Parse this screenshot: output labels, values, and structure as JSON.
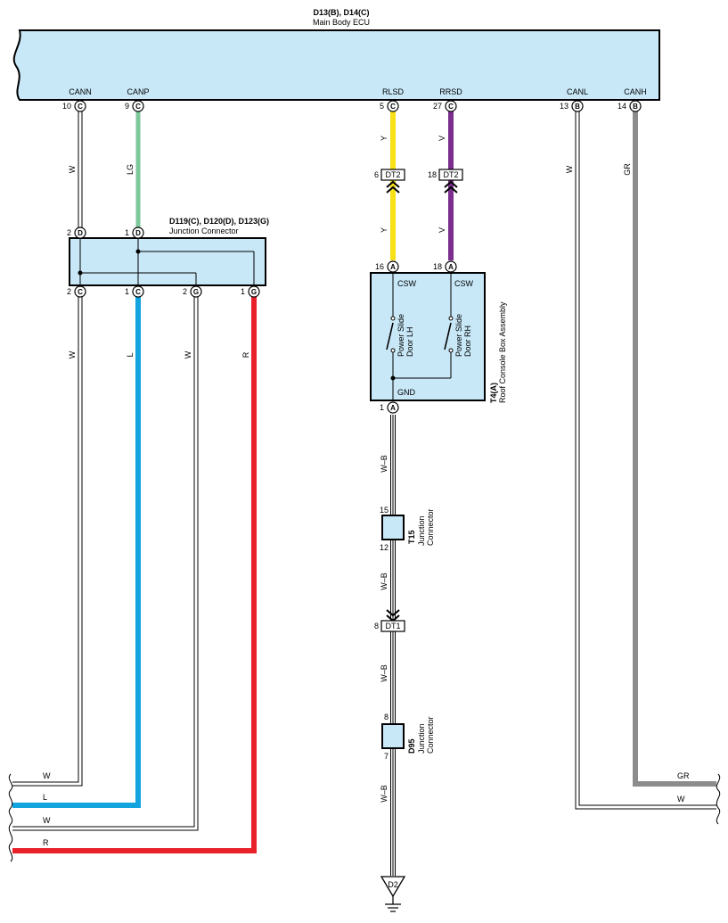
{
  "ecu": {
    "title": "D13(B), D14(C)",
    "subtitle": "Main Body ECU",
    "terminals": [
      {
        "name": "CANN",
        "pin": "10",
        "conn": "C"
      },
      {
        "name": "CANP",
        "pin": "9",
        "conn": "C"
      },
      {
        "name": "RLSD",
        "pin": "5",
        "conn": "C"
      },
      {
        "name": "RRSD",
        "pin": "27",
        "conn": "C"
      },
      {
        "name": "CANL",
        "pin": "13",
        "conn": "B"
      },
      {
        "name": "CANH",
        "pin": "14",
        "conn": "B"
      }
    ]
  },
  "junction_connector": {
    "title": "D119(C), D120(D), D123(G)",
    "subtitle": "Junction Connector",
    "top_pins": [
      {
        "pin": "2",
        "conn": "D"
      },
      {
        "pin": "1",
        "conn": "D"
      }
    ],
    "bottom_pins": [
      {
        "pin": "2",
        "conn": "C"
      },
      {
        "pin": "1",
        "conn": "C"
      },
      {
        "pin": "2",
        "conn": "G"
      },
      {
        "pin": "1",
        "conn": "G"
      }
    ]
  },
  "roof_console": {
    "code": "T4(A)",
    "name": "Roof Console Box Assembly",
    "left_terminal": "CSW",
    "right_terminal": "CSW",
    "gnd_terminal": "GND",
    "switch_left": [
      "Power Slide",
      "Door LH"
    ],
    "switch_right": [
      "Power Slide",
      "Door RH"
    ],
    "top_pins": [
      {
        "pin": "16",
        "conn": "A"
      },
      {
        "pin": "18",
        "conn": "A"
      }
    ],
    "bottom_pin": {
      "pin": "1",
      "conn": "A"
    }
  },
  "inline_connectors": [
    {
      "label": "DT2",
      "pin": "6"
    },
    {
      "label": "DT2",
      "pin": "18"
    },
    {
      "label": "DT1",
      "pin": "8"
    }
  ],
  "junctions": [
    {
      "code": "T15",
      "name": "Junction",
      "name2": "Connector",
      "pin_top": "15",
      "pin_bottom": "12"
    },
    {
      "code": "D95",
      "name": "Junction",
      "name2": "Connector",
      "pin_top": "8",
      "pin_bottom": "7"
    }
  ],
  "ground": {
    "label": "D2"
  },
  "wire_colors": {
    "can_n_upper": "W",
    "can_p_upper": "LG",
    "rlsd_upper": "Y",
    "rrsd_upper": "V",
    "rlsd_lower": "Y",
    "rrsd_lower": "V",
    "canl": "W",
    "canh": "GR",
    "jc_c2": "W",
    "jc_c1": "L",
    "jc_g2": "W",
    "jc_g1": "R",
    "gnd_1": "W–B",
    "gnd_2": "W–B",
    "gnd_3": "W–B",
    "gnd_4": "W–B"
  },
  "edge_labels": {
    "left": [
      "W",
      "L",
      "W",
      "R"
    ],
    "right": [
      "GR",
      "W"
    ]
  },
  "palette": {
    "yellow": "#f7e017",
    "violet": "#7b2e8e",
    "light_green": "#7dc79a",
    "blue": "#13a4e0",
    "red": "#e8212b",
    "gray": "#8c8c8c",
    "box_fill": "#c8e8f8"
  }
}
